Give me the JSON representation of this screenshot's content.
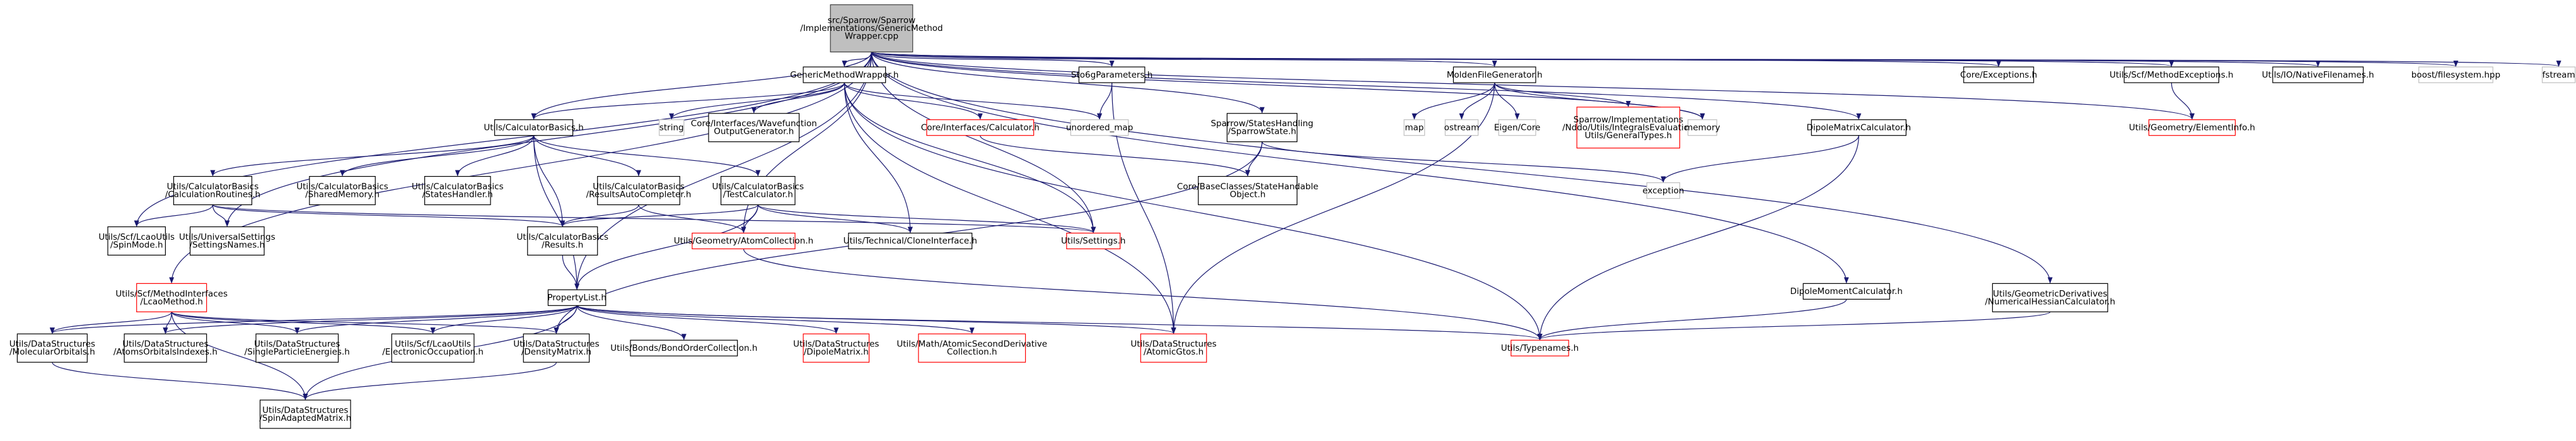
{
  "colors": {
    "root_fill": "#bfbfbf",
    "root_stroke": "#404040",
    "normal_stroke": "#000000",
    "missing_stroke": "#ff0000",
    "plain_stroke": "#bfbfbf",
    "edge": "#191970"
  },
  "nodes": [
    {
      "id": "root",
      "kind": "root",
      "lines": [
        "src/Sparrow/Sparrow",
        "/Implementations/GenericMethod",
        "Wrapper.cpp"
      ]
    },
    {
      "id": "gmw_h",
      "kind": "normal",
      "lines": [
        "GenericMethodWrapper.h"
      ]
    },
    {
      "id": "sto6g",
      "kind": "normal",
      "lines": [
        "Sto6gParameters.h"
      ]
    },
    {
      "id": "molden",
      "kind": "normal",
      "lines": [
        "MoldenFileGenerator.h"
      ]
    },
    {
      "id": "core_exc",
      "kind": "normal",
      "lines": [
        "Core/Exceptions.h"
      ]
    },
    {
      "id": "scf_exc",
      "kind": "normal",
      "lines": [
        "Utils/Scf/MethodExceptions.h"
      ]
    },
    {
      "id": "io_native",
      "kind": "normal",
      "lines": [
        "Utils/IO/NativeFilenames.h"
      ]
    },
    {
      "id": "boost_fs",
      "kind": "plain",
      "lines": [
        "boost/filesystem.hpp"
      ]
    },
    {
      "id": "fstream",
      "kind": "plain",
      "lines": [
        "fstream"
      ]
    },
    {
      "id": "calc_basics",
      "kind": "normal",
      "lines": [
        "Utils/CalculatorBasics.h"
      ]
    },
    {
      "id": "string",
      "kind": "plain",
      "lines": [
        "string"
      ]
    },
    {
      "id": "wavefunction",
      "kind": "normal",
      "lines": [
        "Core/Interfaces/Wavefunction",
        "OutputGenerator.h"
      ]
    },
    {
      "id": "core_calc",
      "kind": "missing",
      "lines": [
        "Core/Interfaces/Calculator.h"
      ]
    },
    {
      "id": "unordered_map",
      "kind": "plain",
      "lines": [
        "unordered_map"
      ]
    },
    {
      "id": "states_handling",
      "kind": "normal",
      "lines": [
        "Sparrow/StatesHandling",
        "/SparrowState.h"
      ]
    },
    {
      "id": "map",
      "kind": "plain",
      "lines": [
        "map"
      ]
    },
    {
      "id": "ostream",
      "kind": "plain",
      "lines": [
        "ostream"
      ]
    },
    {
      "id": "eigen",
      "kind": "plain",
      "lines": [
        "Eigen/Core"
      ]
    },
    {
      "id": "general_types",
      "kind": "missing",
      "lines": [
        "Sparrow/Implementations",
        "/Nddo/Utils/IntegralsEvaluation",
        "Utils/GeneralTypes.h"
      ]
    },
    {
      "id": "memory",
      "kind": "plain",
      "lines": [
        "memory"
      ]
    },
    {
      "id": "dipole_matrix_calc",
      "kind": "normal",
      "lines": [
        "DipoleMatrixCalculator.h"
      ]
    },
    {
      "id": "element_info",
      "kind": "missing",
      "lines": [
        "Utils/Geometry/ElementInfo.h"
      ]
    },
    {
      "id": "calc_routines",
      "kind": "normal",
      "lines": [
        "Utils/CalculatorBasics",
        "/CalculationRoutines.h"
      ]
    },
    {
      "id": "shared_memory",
      "kind": "normal",
      "lines": [
        "Utils/CalculatorBasics",
        "/SharedMemory.h"
      ]
    },
    {
      "id": "states_handler",
      "kind": "normal",
      "lines": [
        "Utils/CalculatorBasics",
        "/StatesHandler.h"
      ]
    },
    {
      "id": "results_autocompleter",
      "kind": "normal",
      "lines": [
        "Utils/CalculatorBasics",
        "/ResultsAutoCompleter.h"
      ]
    },
    {
      "id": "test_calculator",
      "kind": "normal",
      "lines": [
        "Utils/CalculatorBasics",
        "/TestCalculator.h"
      ]
    },
    {
      "id": "base_classes",
      "kind": "normal",
      "lines": [
        "Core/BaseClasses/StateHandable",
        "Object.h"
      ]
    },
    {
      "id": "exception",
      "kind": "plain",
      "lines": [
        "exception"
      ]
    },
    {
      "id": "spin_mode",
      "kind": "normal",
      "lines": [
        "Utils/Scf/LcaoUtils",
        "/SpinMode.h"
      ]
    },
    {
      "id": "settings_names",
      "kind": "normal",
      "lines": [
        "Utils/UniversalSettings",
        "/SettingsNames.h"
      ]
    },
    {
      "id": "calc_results",
      "kind": "normal",
      "lines": [
        "Utils/CalculatorBasics",
        "/Results.h"
      ]
    },
    {
      "id": "atom_collection",
      "kind": "missing",
      "lines": [
        "Utils/Geometry/AtomCollection.h"
      ]
    },
    {
      "id": "clone_interface",
      "kind": "normal",
      "lines": [
        "Utils/Technical/CloneInterface.h"
      ]
    },
    {
      "id": "settings",
      "kind": "missing",
      "lines": [
        "Utils/Settings.h"
      ]
    },
    {
      "id": "lcao_method",
      "kind": "missing",
      "lines": [
        "Utils/Scf/MethodInterfaces",
        "/LcaoMethod.h"
      ]
    },
    {
      "id": "property_list",
      "kind": "normal",
      "lines": [
        "PropertyList.h"
      ]
    },
    {
      "id": "dipole_moment_calc",
      "kind": "normal",
      "lines": [
        "DipoleMomentCalculator.h"
      ]
    },
    {
      "id": "hessian_calc",
      "kind": "normal",
      "lines": [
        "Utils/GeometricDerivatives",
        "/NumericalHessianCalculator.h"
      ]
    },
    {
      "id": "molecular_orbitals",
      "kind": "normal",
      "lines": [
        "Utils/DataStructures",
        "/MolecularOrbitals.h"
      ]
    },
    {
      "id": "atoms_orbitals_indexes",
      "kind": "normal",
      "lines": [
        "Utils/DataStructures",
        "/AtomsOrbitalsIndexes.h"
      ]
    },
    {
      "id": "single_particle_energies",
      "kind": "normal",
      "lines": [
        "Utils/DataStructures",
        "/SingleParticleEnergies.h"
      ]
    },
    {
      "id": "electronic_occupation",
      "kind": "normal",
      "lines": [
        "Utils/Scf/LcaoUtils",
        "/ElectronicOccupation.h"
      ]
    },
    {
      "id": "density_matrix",
      "kind": "normal",
      "lines": [
        "Utils/DataStructures",
        "/DensityMatrix.h"
      ]
    },
    {
      "id": "bond_order",
      "kind": "normal",
      "lines": [
        "Utils/Bonds/BondOrderCollection.h"
      ]
    },
    {
      "id": "dipole_matrix",
      "kind": "missing",
      "lines": [
        "Utils/DataStructures",
        "/DipoleMatrix.h"
      ]
    },
    {
      "id": "atomic_second_derivative",
      "kind": "missing",
      "lines": [
        "Utils/Math/AtomicSecondDerivative",
        "Collection.h"
      ]
    },
    {
      "id": "atomic_gtos",
      "kind": "missing",
      "lines": [
        "Utils/DataStructures",
        "/AtomicGtos.h"
      ]
    },
    {
      "id": "typenames",
      "kind": "missing",
      "lines": [
        "Utils/Typenames.h"
      ]
    },
    {
      "id": "spin_adapted_matrix",
      "kind": "normal",
      "lines": [
        "Utils/DataStructures",
        "/SpinAdaptedMatrix.h"
      ]
    }
  ],
  "edges": [
    [
      "root",
      "gmw_h"
    ],
    [
      "root",
      "sto6g"
    ],
    [
      "root",
      "molden"
    ],
    [
      "root",
      "core_exc"
    ],
    [
      "root",
      "scf_exc"
    ],
    [
      "root",
      "io_native"
    ],
    [
      "root",
      "boost_fs"
    ],
    [
      "root",
      "fstream"
    ],
    [
      "root",
      "calc_basics"
    ],
    [
      "root",
      "states_handling"
    ],
    [
      "root",
      "memory"
    ],
    [
      "root",
      "dipole_matrix_calc"
    ],
    [
      "root",
      "element_info"
    ],
    [
      "root",
      "lcao_method"
    ],
    [
      "root",
      "property_list"
    ],
    [
      "root",
      "settings"
    ],
    [
      "root",
      "atom_collection"
    ],
    [
      "root",
      "dipole_moment_calc"
    ],
    [
      "root",
      "hessian_calc"
    ],
    [
      "root",
      "settings_names"
    ],
    [
      "root",
      "spin_mode"
    ],
    [
      "gmw_h",
      "calc_basics"
    ],
    [
      "gmw_h",
      "string"
    ],
    [
      "gmw_h",
      "wavefunction"
    ],
    [
      "gmw_h",
      "core_calc"
    ],
    [
      "gmw_h",
      "unordered_map"
    ],
    [
      "gmw_h",
      "clone_interface"
    ],
    [
      "gmw_h",
      "settings"
    ],
    [
      "gmw_h",
      "atomic_gtos"
    ],
    [
      "gmw_h",
      "typenames"
    ],
    [
      "sto6g",
      "unordered_map"
    ],
    [
      "sto6g",
      "atomic_gtos"
    ],
    [
      "molden",
      "map"
    ],
    [
      "molden",
      "ostream"
    ],
    [
      "molden",
      "eigen"
    ],
    [
      "molden",
      "general_types"
    ],
    [
      "molden",
      "memory"
    ],
    [
      "molden",
      "atomic_gtos"
    ],
    [
      "scf_exc",
      "element_info"
    ],
    [
      "calc_basics",
      "calc_routines"
    ],
    [
      "calc_basics",
      "shared_memory"
    ],
    [
      "calc_basics",
      "states_handler"
    ],
    [
      "calc_basics",
      "results_autocompleter"
    ],
    [
      "calc_basics",
      "test_calculator"
    ],
    [
      "calc_basics",
      "calc_results"
    ],
    [
      "calc_basics",
      "property_list"
    ],
    [
      "core_calc",
      "base_classes"
    ],
    [
      "states_handling",
      "base_classes"
    ],
    [
      "states_handling",
      "exception"
    ],
    [
      "states_handling",
      "density_matrix"
    ],
    [
      "dipole_matrix_calc",
      "exception"
    ],
    [
      "dipole_matrix_calc",
      "typenames"
    ],
    [
      "calc_routines",
      "spin_mode"
    ],
    [
      "calc_routines",
      "settings_names"
    ],
    [
      "calc_routines",
      "calc_results"
    ],
    [
      "calc_routines",
      "settings"
    ],
    [
      "results_autocompleter",
      "calc_results"
    ],
    [
      "results_autocompleter",
      "atom_collection"
    ],
    [
      "test_calculator",
      "calc_results"
    ],
    [
      "test_calculator",
      "atom_collection"
    ],
    [
      "test_calculator",
      "clone_interface"
    ],
    [
      "test_calculator",
      "settings"
    ],
    [
      "test_calculator",
      "property_list"
    ],
    [
      "calc_results",
      "property_list"
    ],
    [
      "atom_collection",
      "typenames"
    ],
    [
      "lcao_method",
      "molecular_orbitals"
    ],
    [
      "lcao_method",
      "atoms_orbitals_indexes"
    ],
    [
      "lcao_method",
      "single_particle_energies"
    ],
    [
      "lcao_method",
      "electronic_occupation"
    ],
    [
      "lcao_method",
      "density_matrix"
    ],
    [
      "lcao_method",
      "spin_adapted_matrix"
    ],
    [
      "property_list",
      "molecular_orbitals"
    ],
    [
      "property_list",
      "atoms_orbitals_indexes"
    ],
    [
      "property_list",
      "single_particle_energies"
    ],
    [
      "property_list",
      "electronic_occupation"
    ],
    [
      "property_list",
      "density_matrix"
    ],
    [
      "property_list",
      "bond_order"
    ],
    [
      "property_list",
      "dipole_matrix"
    ],
    [
      "property_list",
      "atomic_second_derivative"
    ],
    [
      "property_list",
      "atomic_gtos"
    ],
    [
      "property_list",
      "typenames"
    ],
    [
      "property_list",
      "spin_adapted_matrix"
    ],
    [
      "dipole_moment_calc",
      "typenames"
    ],
    [
      "hessian_calc",
      "typenames"
    ],
    [
      "molecular_orbitals",
      "spin_adapted_matrix"
    ],
    [
      "density_matrix",
      "spin_adapted_matrix"
    ]
  ]
}
